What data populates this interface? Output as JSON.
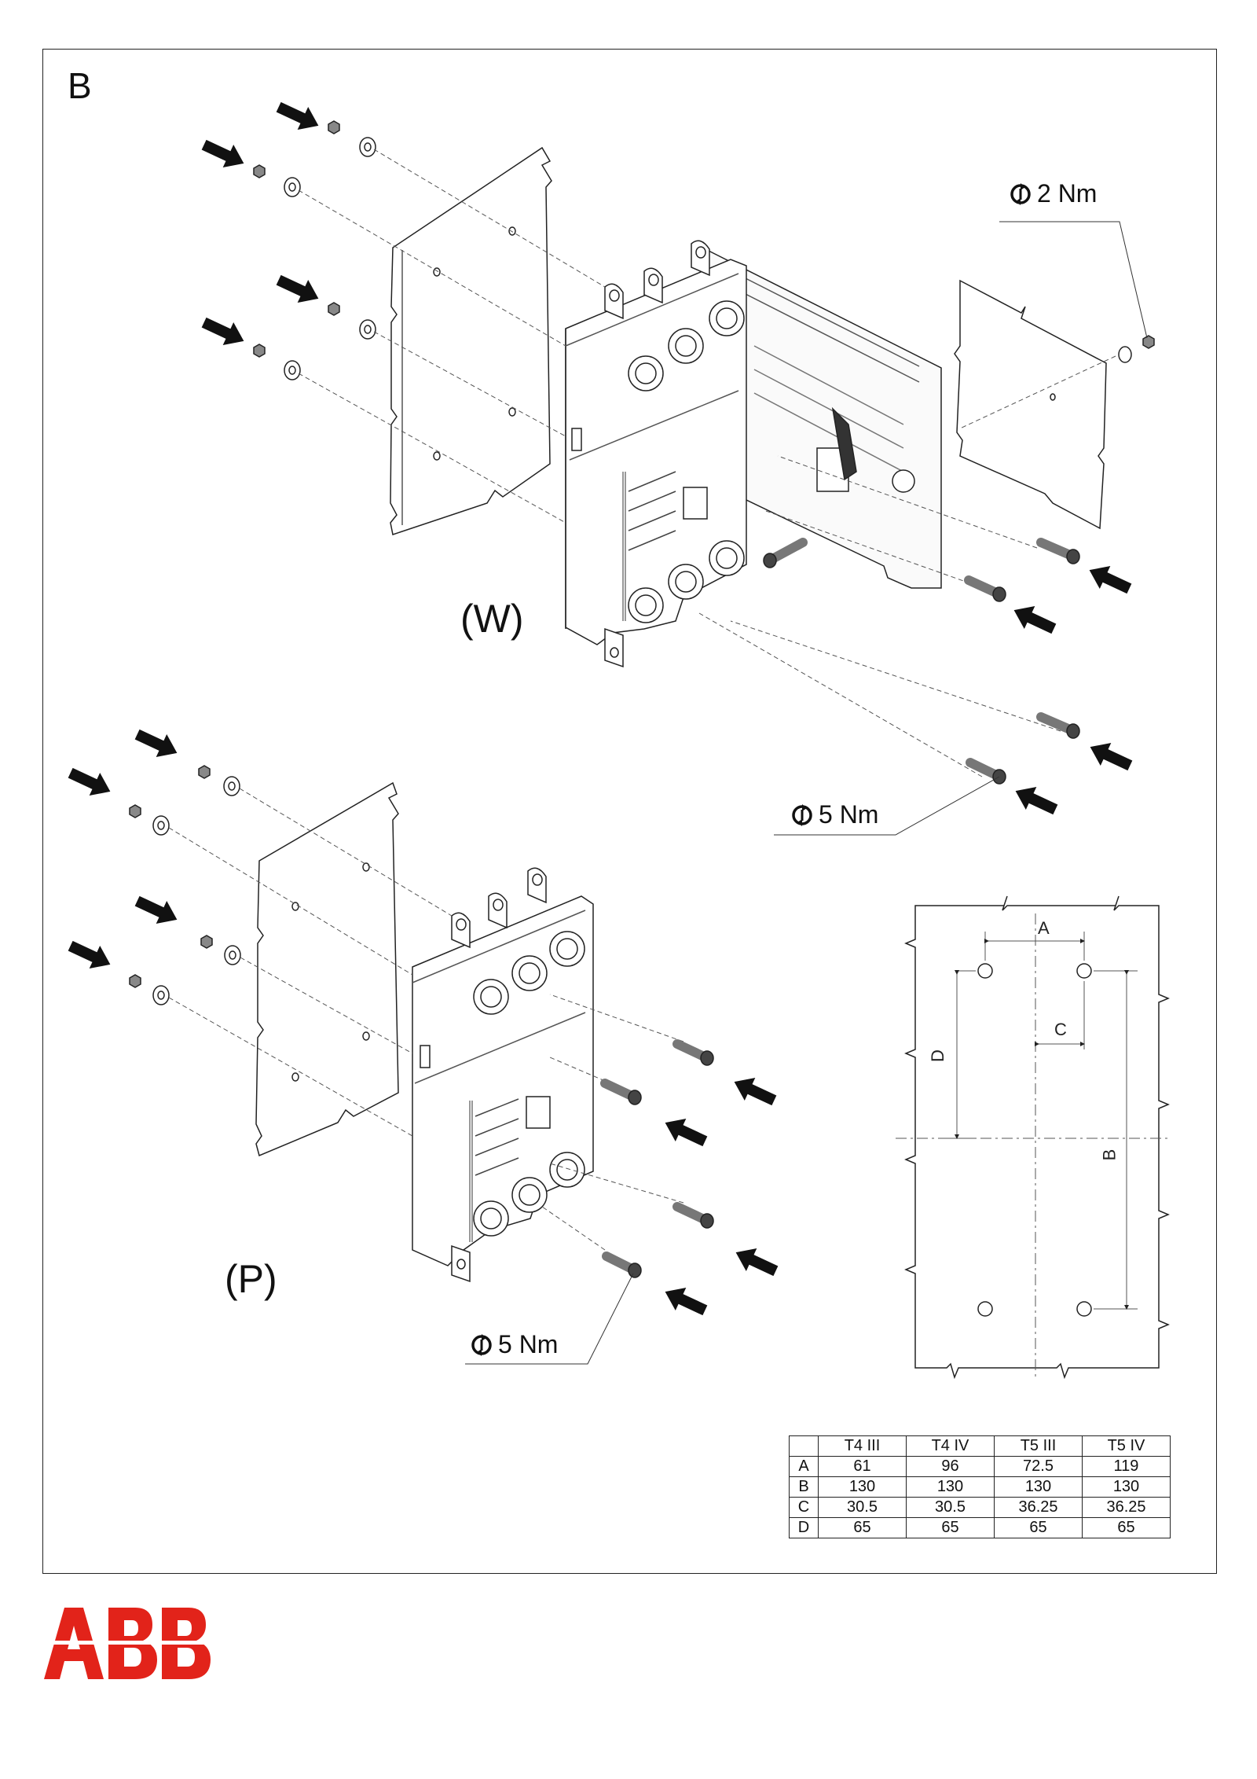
{
  "page": {
    "section_letter": "B",
    "view_labels": {
      "withdrawable": "(W)",
      "plug_in": "(P)"
    }
  },
  "torque_callouts": [
    {
      "value": "2 Nm",
      "icon": "tightening-torque-icon"
    },
    {
      "value": "5 Nm",
      "icon": "tightening-torque-icon"
    },
    {
      "value": "5 Nm",
      "icon": "tightening-torque-icon"
    }
  ],
  "dimension_labels": {
    "a": "A",
    "b": "B",
    "c": "C",
    "d": "D"
  },
  "dimension_table": {
    "columns": [
      "",
      "T4 III",
      "T4 IV",
      "T5 III",
      "T5 IV"
    ],
    "rows": [
      {
        "label": "A",
        "values": [
          "61",
          "96",
          "72.5",
          "119"
        ]
      },
      {
        "label": "B",
        "values": [
          "130",
          "130",
          "130",
          "130"
        ]
      },
      {
        "label": "C",
        "values": [
          "30.5",
          "30.5",
          "36.25",
          "36.25"
        ]
      },
      {
        "label": "D",
        "values": [
          "65",
          "65",
          "65",
          "65"
        ]
      }
    ]
  },
  "brand": {
    "logo_text": "ABB",
    "color": "#e2231a"
  },
  "colors": {
    "line": "#222222",
    "arrow": "#111111"
  }
}
